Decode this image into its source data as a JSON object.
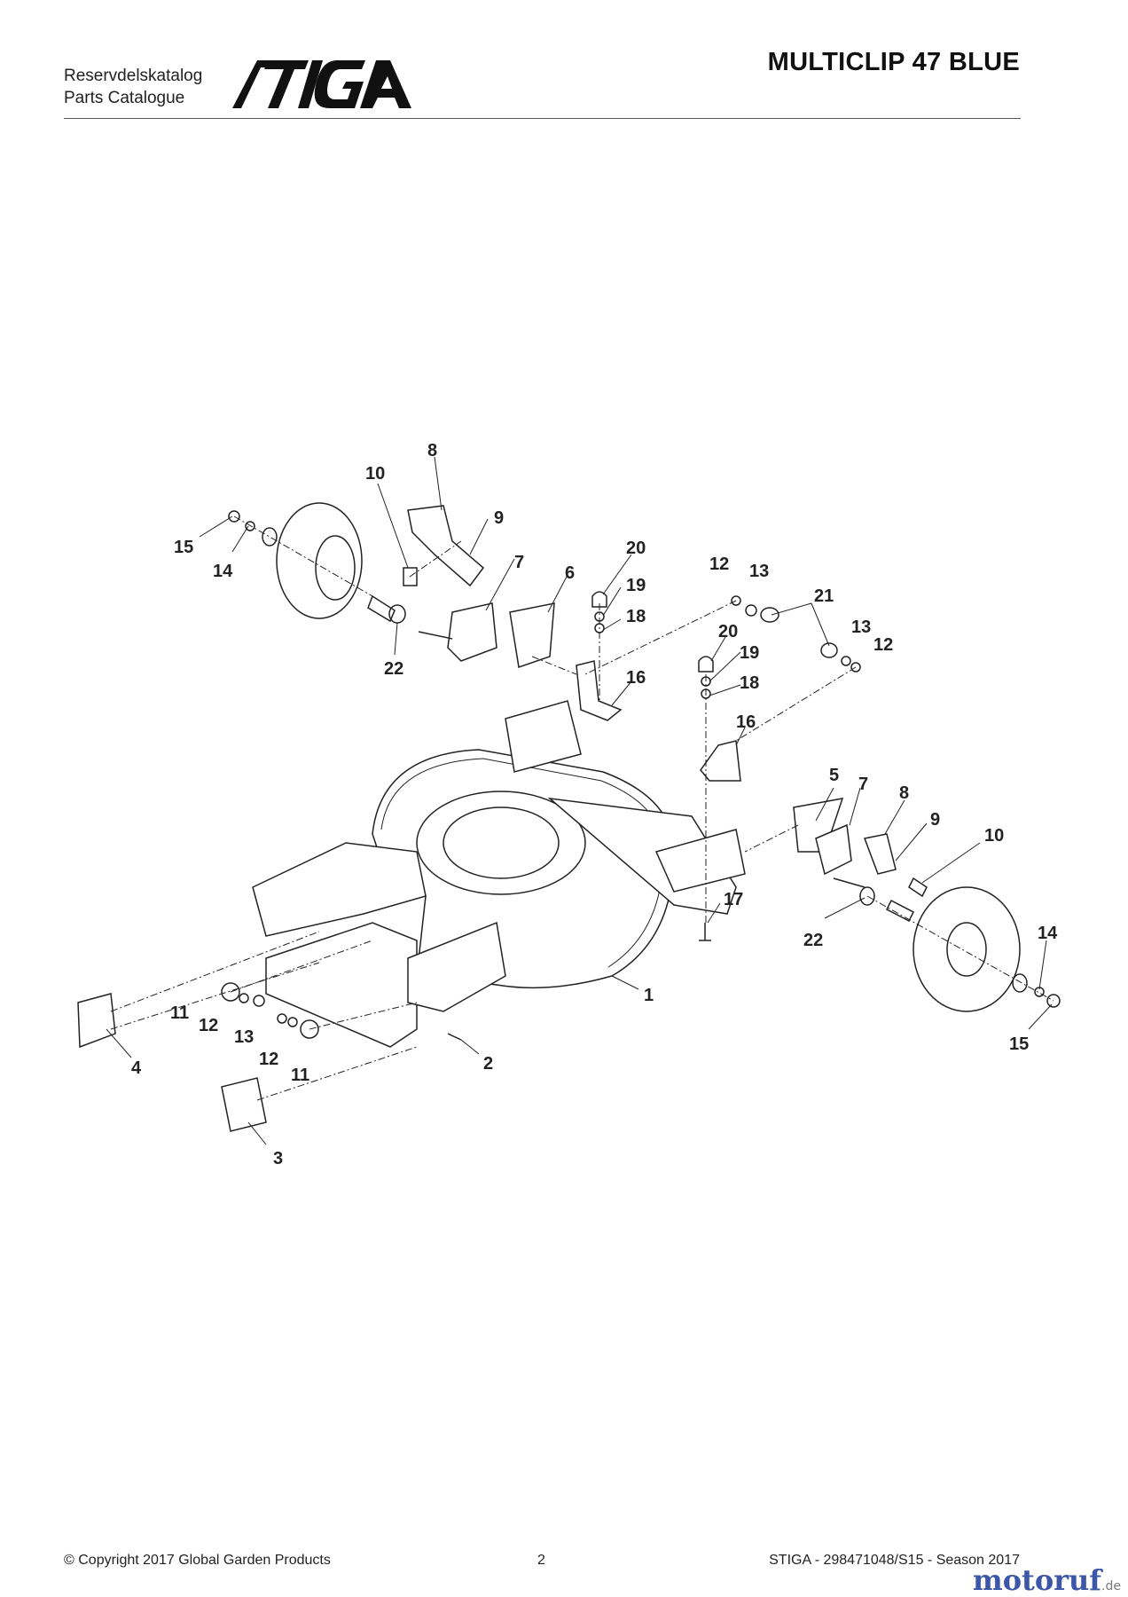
{
  "header": {
    "catalog_line1": "Reservdelskatalog",
    "catalog_line2": "Parts Catalogue",
    "brand": "STIGA",
    "model_title": "MULTICLIP 47 BLUE"
  },
  "diagram": {
    "callouts": [
      "1",
      "2",
      "3",
      "4",
      "5",
      "6",
      "7",
      "7",
      "8",
      "8",
      "9",
      "9",
      "10",
      "10",
      "11",
      "11",
      "12",
      "12",
      "12",
      "12",
      "13",
      "13",
      "13",
      "14",
      "14",
      "15",
      "15",
      "16",
      "16",
      "17",
      "18",
      "18",
      "19",
      "19",
      "20",
      "20",
      "21",
      "22",
      "22"
    ]
  },
  "footer": {
    "copyright": "© Copyright 2017 Global Garden Products",
    "page_number": "2",
    "doc_ref": "STIGA - 298471048/S15 - Season 2017",
    "watermark_main": "motoruf",
    "watermark_tld": ".de"
  }
}
